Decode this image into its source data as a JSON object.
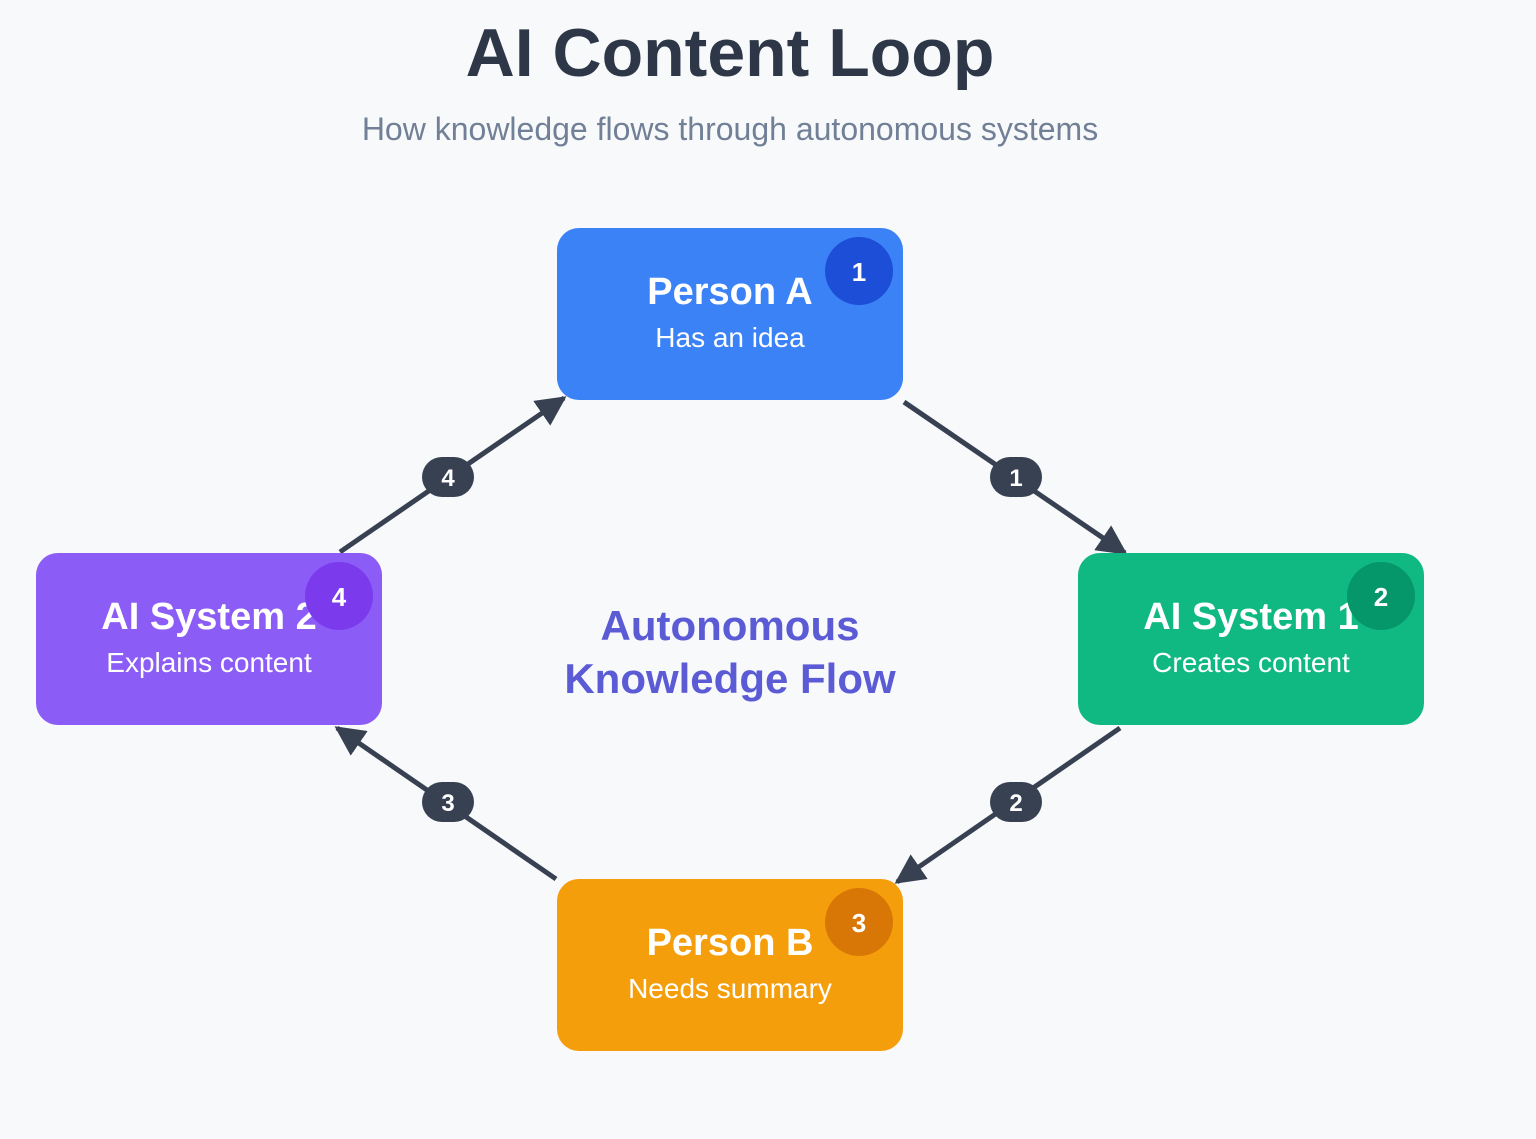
{
  "header": {
    "title": "AI Content Loop",
    "subtitle": "How knowledge flows through autonomous systems"
  },
  "center": {
    "line1": "Autonomous",
    "line2": "Knowledge Flow",
    "color": "#5b5bd6"
  },
  "nodes": {
    "person_a": {
      "title": "Person A",
      "desc": "Has an idea",
      "badge": "1",
      "color": "#3b82f6",
      "badge_color": "#1d4ed8"
    },
    "ai_system_1": {
      "title": "AI System 1",
      "desc": "Creates content",
      "badge": "2",
      "color": "#10b981",
      "badge_color": "#059669"
    },
    "person_b": {
      "title": "Person B",
      "desc": "Needs summary",
      "badge": "3",
      "color": "#f59e0b",
      "badge_color": "#d97706"
    },
    "ai_system_2": {
      "title": "AI System 2",
      "desc": "Explains content",
      "badge": "4",
      "color": "#8b5cf6",
      "badge_color": "#7c3aed"
    }
  },
  "edges": [
    {
      "from": "Person A",
      "to": "AI System 1",
      "step": "1"
    },
    {
      "from": "AI System 1",
      "to": "Person B",
      "step": "2"
    },
    {
      "from": "Person B",
      "to": "AI System 2",
      "step": "3"
    },
    {
      "from": "AI System 2",
      "to": "Person A",
      "step": "4"
    }
  ],
  "colors": {
    "arrow": "#374151",
    "step_pill": "#374151"
  }
}
